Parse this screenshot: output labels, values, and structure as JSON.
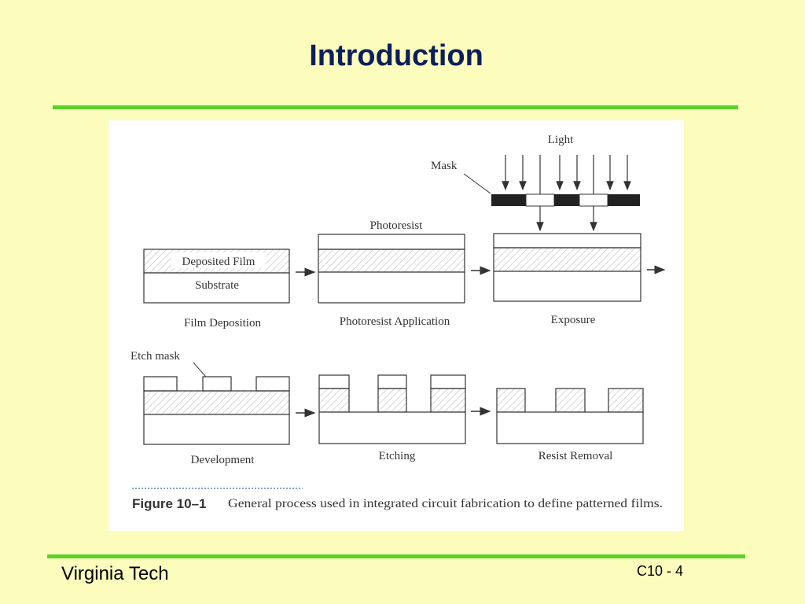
{
  "slide": {
    "title": "Introduction",
    "footer_left": "Virginia Tech",
    "footer_right": "C10 - 4"
  },
  "figure": {
    "labels": {
      "light": "Light",
      "mask": "Mask",
      "photoresist": "Photoresist",
      "deposited_film": "Deposited Film",
      "substrate": "Substrate",
      "etch_mask": "Etch mask"
    },
    "steps": [
      "Film Deposition",
      "Photoresist Application",
      "Exposure",
      "Development",
      "Etching",
      "Resist Removal"
    ],
    "caption_number": "Figure 10–1",
    "caption_text": "General process used in integrated circuit fabrication to define patterned films."
  },
  "colors": {
    "background": "#fcfcbc",
    "title": "#0c1f5c",
    "accent_rule": "#5ad22a"
  }
}
